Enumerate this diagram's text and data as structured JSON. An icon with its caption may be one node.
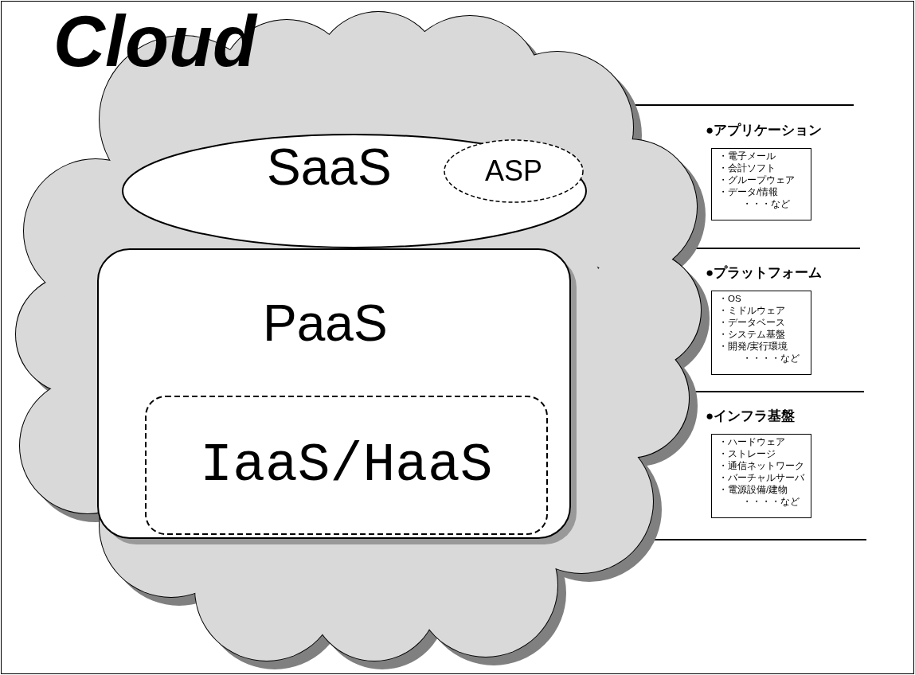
{
  "diagram": {
    "nodes": [
      {
        "text": [
          "Cloud"
        ]
      },
      {
        "text": [
          "SaaS"
        ],
        "in": 0
      },
      {
        "text": [
          "ASP"
        ],
        "in": 1
      },
      {
        "text": [
          "PaaS"
        ],
        "in": 0
      },
      {
        "text": [
          "IaaS/HaaS"
        ],
        "in": 3
      },
      {
        "text": [
          "●アプリケーション",
          "・電子メール",
          "・会計ソフト",
          "・グループウェア",
          "・データ/情報",
          "・・・など"
        ]
      },
      {
        "text": [
          "●プラットフォーム",
          "・OS",
          "・ミドルウェア",
          "・データベース",
          "・システム基盤",
          "・開発/実行環境",
          "・・・・など"
        ]
      },
      {
        "text": [
          "●インフラ基盤",
          "・ハードウェア",
          "・ストレージ",
          "・通信ネットワーク",
          "・バーチャルサーバ",
          "・電源設備/建物",
          "・・・・など"
        ]
      }
    ]
  }
}
